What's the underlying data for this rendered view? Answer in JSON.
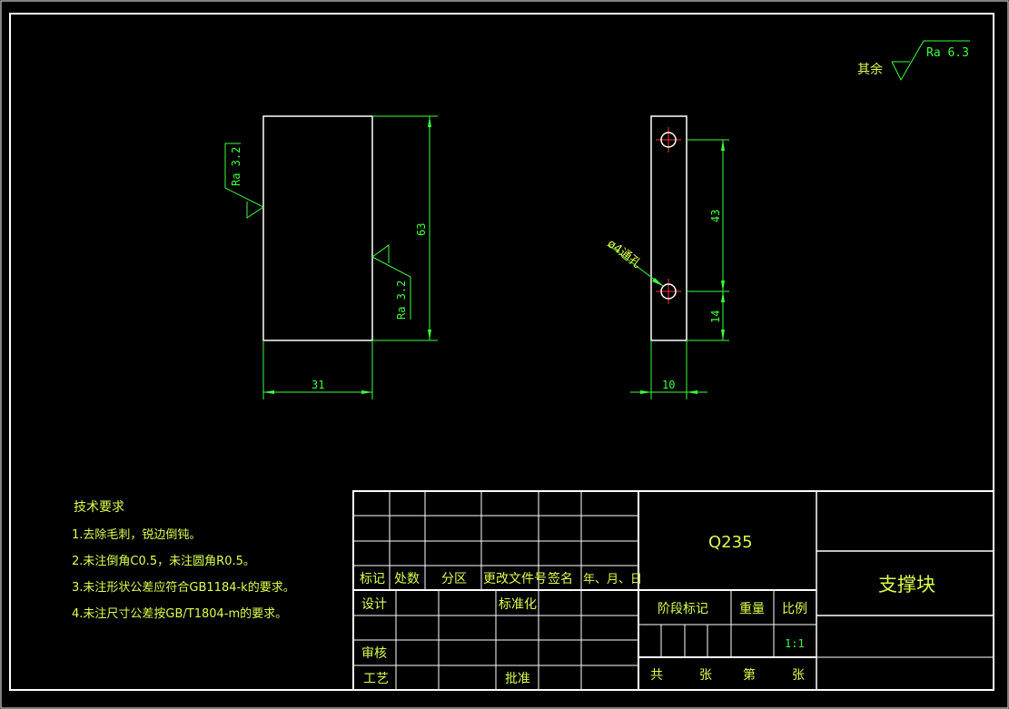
{
  "roughness_other": {
    "label": "其余",
    "value": "Ra 6.3"
  },
  "front_view": {
    "ra_left": "Ra 3.2",
    "ra_right": "Ra 3.2",
    "dim_height": "63",
    "dim_width": "31"
  },
  "side_view": {
    "hole_note": "ø4通孔",
    "dim_hole_spacing": "43",
    "dim_hole_bottom": "14",
    "dim_width": "10"
  },
  "tech_requirements": {
    "title": "技术要求",
    "items": [
      "1.去除毛刺，锐边倒钝。",
      "2.未注倒角C0.5，未注圆角R0.5。",
      "3.未注形状公差应符合GB1184-k的要求。",
      "4.未注尺寸公差按GB/T1804-m的要求。"
    ]
  },
  "title_block": {
    "rev_headers": [
      "标记",
      "处数",
      "分区",
      "更改文件号",
      "签名",
      "年、月、日"
    ],
    "design": "设计",
    "standardize": "标准化",
    "review": "审核",
    "process": "工艺",
    "approve": "批准",
    "material": "Q235",
    "part_name": "支撑块",
    "stage_mark": "阶段标记",
    "weight": "重量",
    "scale_label": "比例",
    "scale_value": "1:1",
    "total": "共",
    "sheets": "张",
    "sheet_no": "第",
    "sheet": "张"
  }
}
